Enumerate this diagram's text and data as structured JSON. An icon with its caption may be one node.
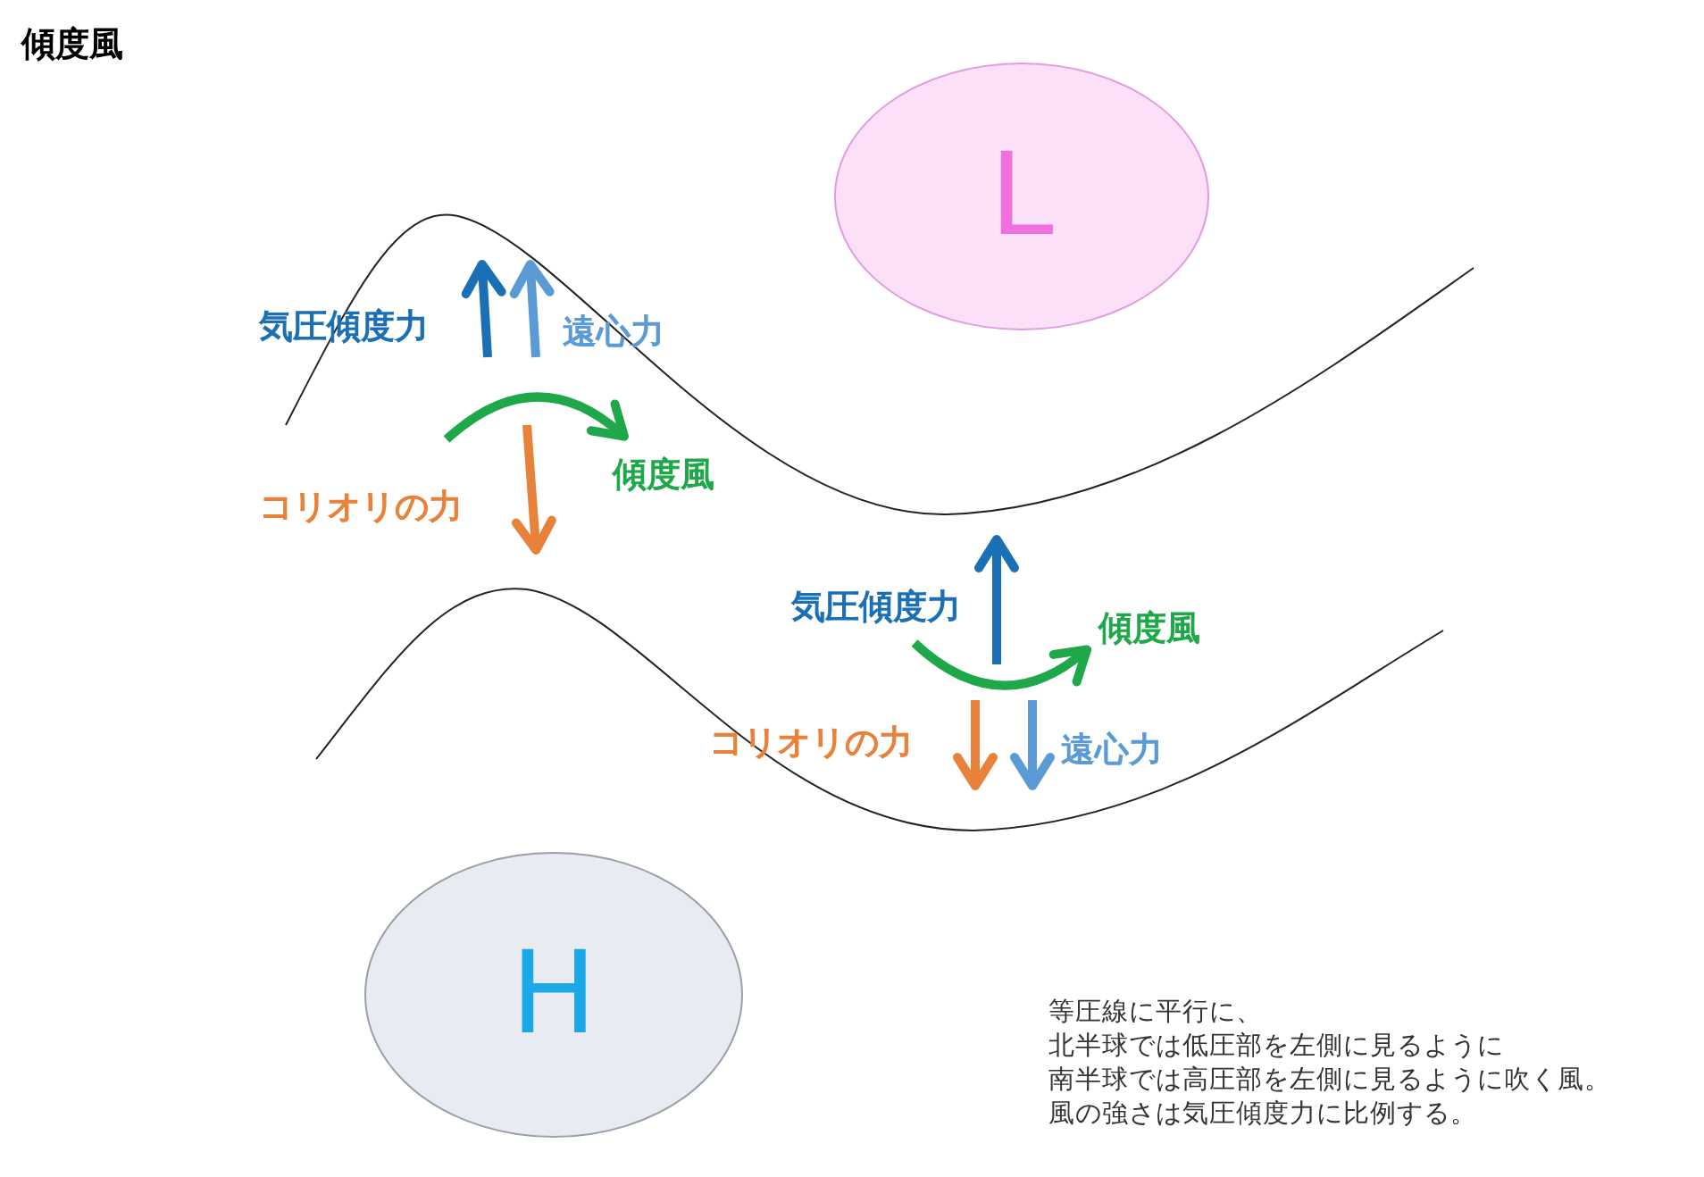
{
  "diagram": {
    "title": "傾度風",
    "nodes": [
      {
        "text": [
          "L"
        ]
      },
      {
        "text": [
          "H"
        ]
      }
    ],
    "labels": [
      "気圧傾度力",
      "遠心力",
      "傾度風",
      "コリオリの力",
      "気圧傾度力",
      "傾度風",
      "コリオリの力",
      "遠心力",
      "等圧線に平行に、",
      "北半球では低圧部を左側に見るように",
      "南半球では高圧部を左側に見るように吹く風。",
      "風の強さは気圧傾度力に比例する。"
    ]
  }
}
